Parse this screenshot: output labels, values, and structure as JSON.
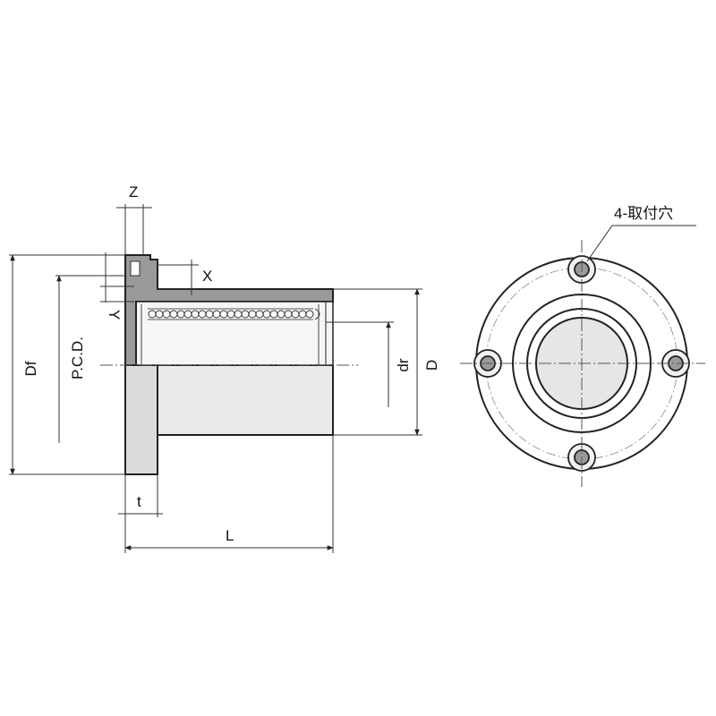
{
  "labels": {
    "z": "Z",
    "x": "X",
    "y": "Y",
    "df": "Df",
    "pcd": "P.C.D.",
    "dr": "dr",
    "d": "D",
    "t": "t",
    "l": "L",
    "holes": "4-取付穴"
  },
  "colors": {
    "line": "#222222",
    "body_fill": "#ebebeb",
    "flange_fill": "#dcdcdc",
    "section_fill": "#9a9a9a"
  }
}
